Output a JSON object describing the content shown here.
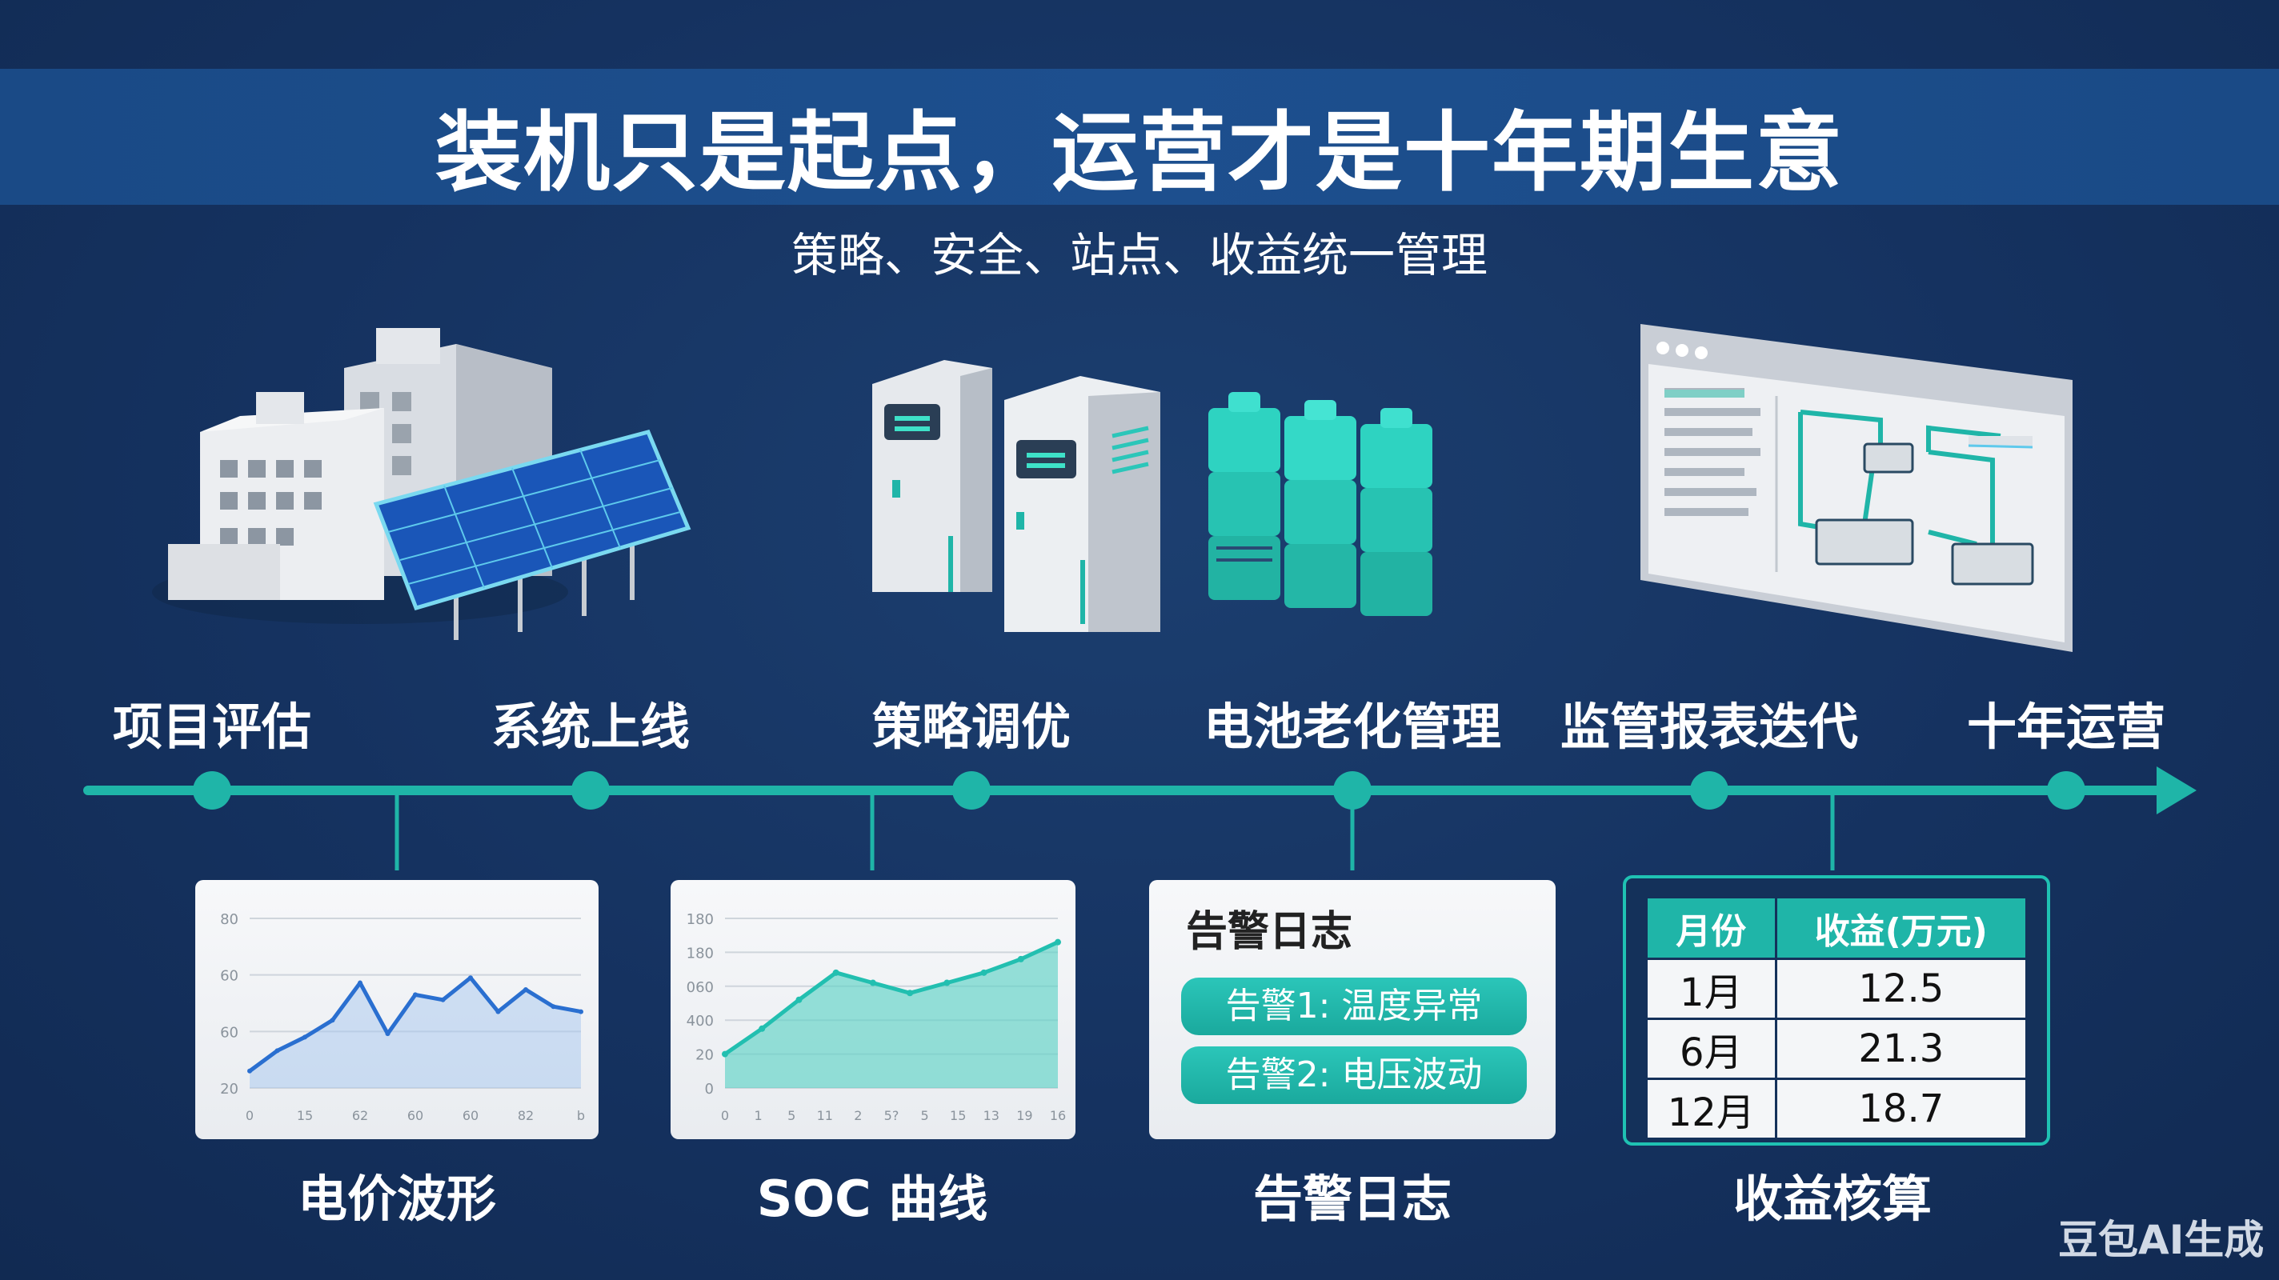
{
  "title": "装机只是起点，运营才是十年期生意",
  "subtitle": "策略、安全、站点、收益统一管理",
  "timeline": {
    "stages": [
      {
        "label": "项目评估"
      },
      {
        "label": "系统上线"
      },
      {
        "label": "策略调优"
      },
      {
        "label": "电池老化管理"
      },
      {
        "label": "监管报表迭代"
      },
      {
        "label": "十年运营"
      }
    ]
  },
  "cards": {
    "price": {
      "label": "电价波形"
    },
    "soc": {
      "label": "SOC 曲线"
    },
    "alerts": {
      "label": "告警日志",
      "title": "告警日志",
      "items": [
        "告警1: 温度异常",
        "告警2: 电压波动"
      ]
    },
    "revenue": {
      "label": "收益核算",
      "headers": [
        "月份",
        "收益(万元)"
      ],
      "rows": [
        [
          "1月",
          "12.5"
        ],
        [
          "6月",
          "21.3"
        ],
        [
          "12月",
          "18.7"
        ]
      ]
    }
  },
  "chart_data": [
    {
      "type": "line",
      "y_ticks": [
        "80",
        "60",
        "60",
        "20"
      ],
      "x_ticks": [
        "0",
        "15",
        "62",
        "60",
        "60",
        "82",
        "b"
      ],
      "values": [
        10,
        22,
        30,
        40,
        62,
        32,
        55,
        52,
        65,
        45,
        58,
        48,
        45
      ]
    },
    {
      "type": "area",
      "y_ticks": [
        "180",
        "180",
        "060",
        "400",
        "20",
        "0"
      ],
      "x_ticks": [
        "0",
        "1",
        "5",
        "11",
        "2",
        "5?",
        "5",
        "15",
        "13",
        "19",
        "16"
      ],
      "values": [
        20,
        35,
        52,
        68,
        62,
        56,
        62,
        68,
        76,
        86
      ]
    }
  ],
  "colors": {
    "accent": "#1fb5a8",
    "background": "#16335d",
    "line": "#2a6fd0"
  },
  "watermark": "豆包AI生成"
}
